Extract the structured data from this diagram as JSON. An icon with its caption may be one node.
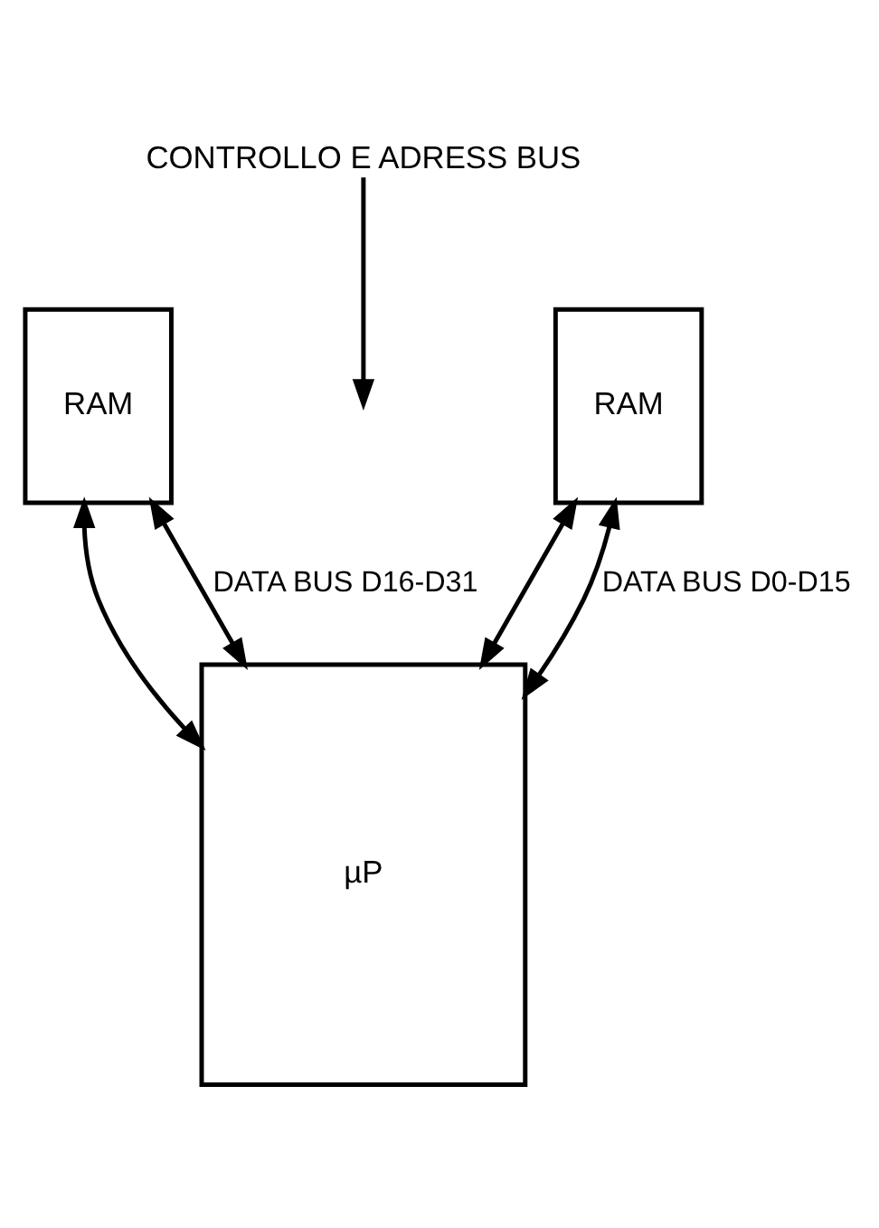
{
  "diagram": {
    "nodes": [
      {
        "text": [
          "CONTROLLO E ADRESS BUS"
        ]
      },
      {
        "text": [
          "RAM"
        ]
      },
      {
        "text": [
          "RAM"
        ]
      },
      {
        "text": [
          "µP"
        ]
      }
    ],
    "edges": [
      {
        "from": 0,
        "to": null,
        "arrow": "to"
      },
      {
        "from": 1,
        "to": 3,
        "arrow": "both"
      },
      {
        "from": 2,
        "to": 3,
        "arrow": "both"
      },
      {
        "from": 1,
        "to": 3,
        "arrow": "both",
        "label": "DATA BUS D16-D31"
      },
      {
        "from": 2,
        "to": 3,
        "arrow": "both",
        "label": "DATA BUS D0-D15"
      }
    ]
  }
}
